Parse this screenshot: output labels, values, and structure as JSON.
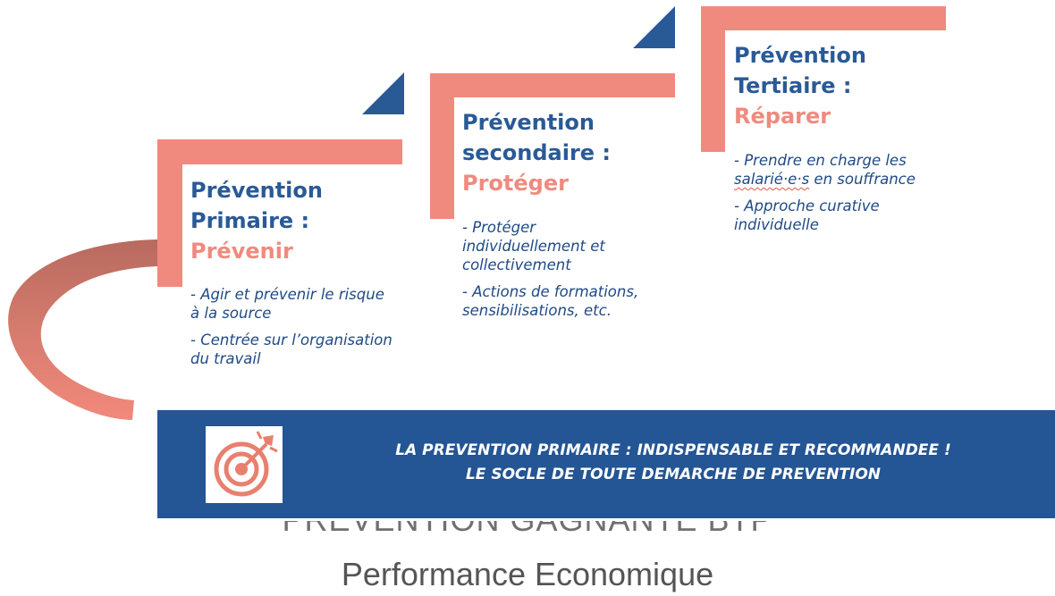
{
  "steps": [
    {
      "title_lines": [
        "Prévention",
        "Primaire :"
      ],
      "accent": "Prévenir",
      "bullets": [
        "- Agir et prévenir le risque à la source",
        "- Centrée sur l’organisation du travail"
      ]
    },
    {
      "title_lines": [
        "Prévention",
        "secondaire :"
      ],
      "accent": "Protéger",
      "bullets": [
        "- Protéger individuellement et collectivement",
        "- Actions de formations, sensibilisations, etc."
      ]
    },
    {
      "title_lines": [
        "Prévention",
        "Tertiaire :"
      ],
      "accent": "Réparer",
      "bullets_rich": {
        "b1_pre": "- Prendre en charge les",
        "b1_word": "salarié·e·s",
        "b1_post": " en souffrance",
        "b2": "- Approche curative individuelle"
      }
    }
  ],
  "banner": {
    "line1": "LA PREVENTION PRIMAIRE : INDISPENSABLE ET RECOMMANDEE !",
    "line2": "LE SOCLE DE TOUTE DEMARCHE DE PREVENTION",
    "icon": "target-arrow-icon"
  },
  "footer": {
    "partial_title": "PREVENTION GAGNANTE BTP",
    "subtitle": "Performance Economique"
  },
  "colors": {
    "coral": "#f08a7e",
    "blue": "#245594",
    "title_blue": "#2a5a96"
  }
}
